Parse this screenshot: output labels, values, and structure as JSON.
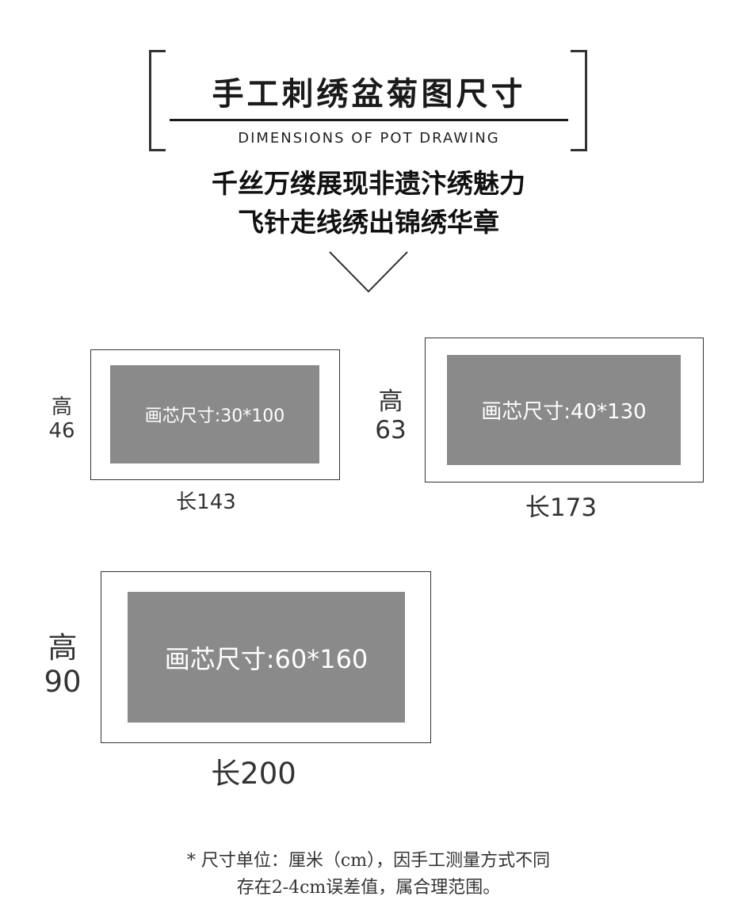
{
  "header": {
    "title": "手工刺绣盆菊图尺寸",
    "subtitle": "DIMENSIONS OF POT DRAWING",
    "slogan_line1": "千丝万缕展现非遗汴绣魅力",
    "slogan_line2": "飞针走线绣出锦绣华章"
  },
  "sizes": [
    {
      "core": "画芯尺寸:30*100",
      "height_label": "高",
      "height": "46",
      "length": "长143"
    },
    {
      "core": "画芯尺寸:40*130",
      "height_label": "高",
      "height": "63",
      "length": "长173"
    },
    {
      "core": "画芯尺寸:60*160",
      "height_label": "高",
      "height": "90",
      "length": "长200"
    }
  ],
  "note": {
    "line1": "*  尺寸单位：厘米（cm），因手工测量方式不同",
    "line2": "存在2-4cm误差值，属合理范围。"
  },
  "colors": {
    "core": "#8a8a8a",
    "text": "#222222"
  }
}
